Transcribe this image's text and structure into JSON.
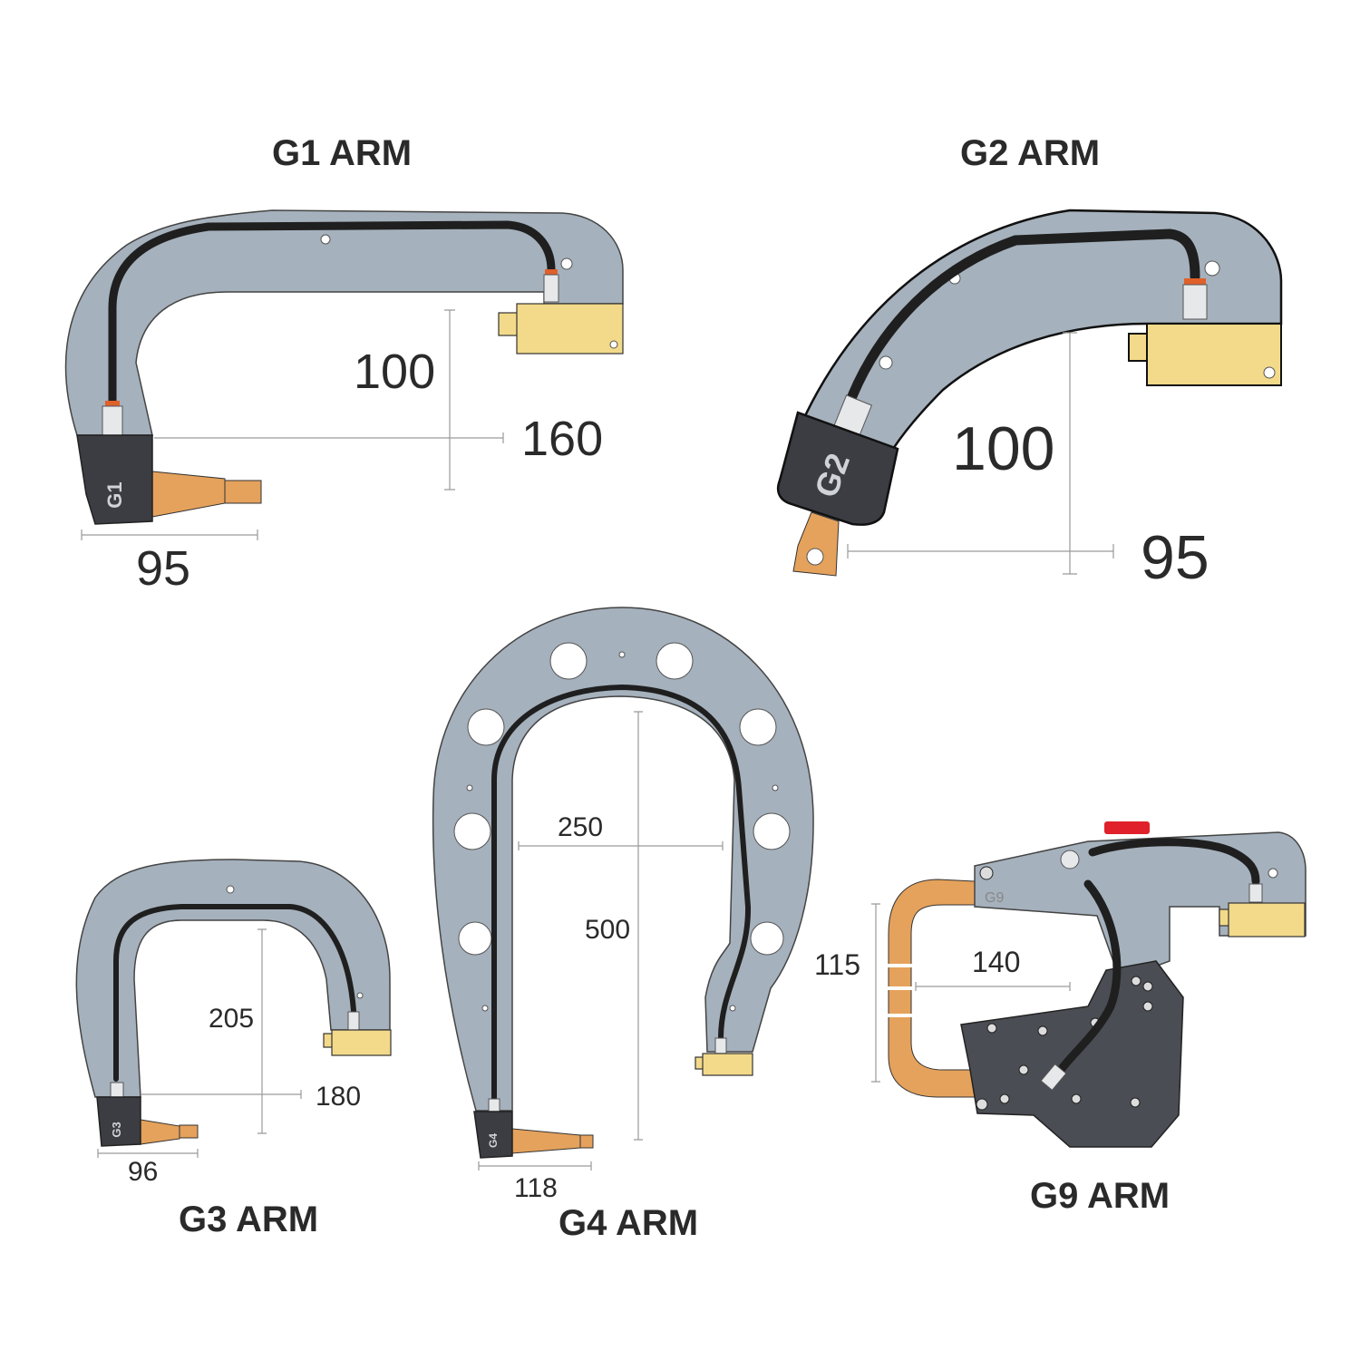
{
  "arms": {
    "g1": {
      "title": "G1 ARM",
      "logo": "G1",
      "dim_vertical": "100",
      "dim_horizontal": "160",
      "dim_tip": "95"
    },
    "g2": {
      "title": "G2 ARM",
      "logo": "G2",
      "dim_vertical": "100",
      "dim_horizontal": "95"
    },
    "g3": {
      "title": "G3 ARM",
      "logo": "G3",
      "dim_vertical": "205",
      "dim_horizontal": "180",
      "dim_tip": "96"
    },
    "g4": {
      "title": "G4 ARM",
      "logo": "G4",
      "dim_horizontal": "250",
      "dim_vertical": "500",
      "dim_tip": "118"
    },
    "g9": {
      "title": "G9 ARM",
      "logo": "G9",
      "dim_vertical": "115",
      "dim_horizontal": "140"
    }
  },
  "colors": {
    "arm": "#a5b1bc",
    "hose": "#1f1f1f",
    "tip_block": "#f3da8a",
    "copper": "#e5a25c",
    "body": "#3b3d42",
    "button": "#e0202a"
  }
}
